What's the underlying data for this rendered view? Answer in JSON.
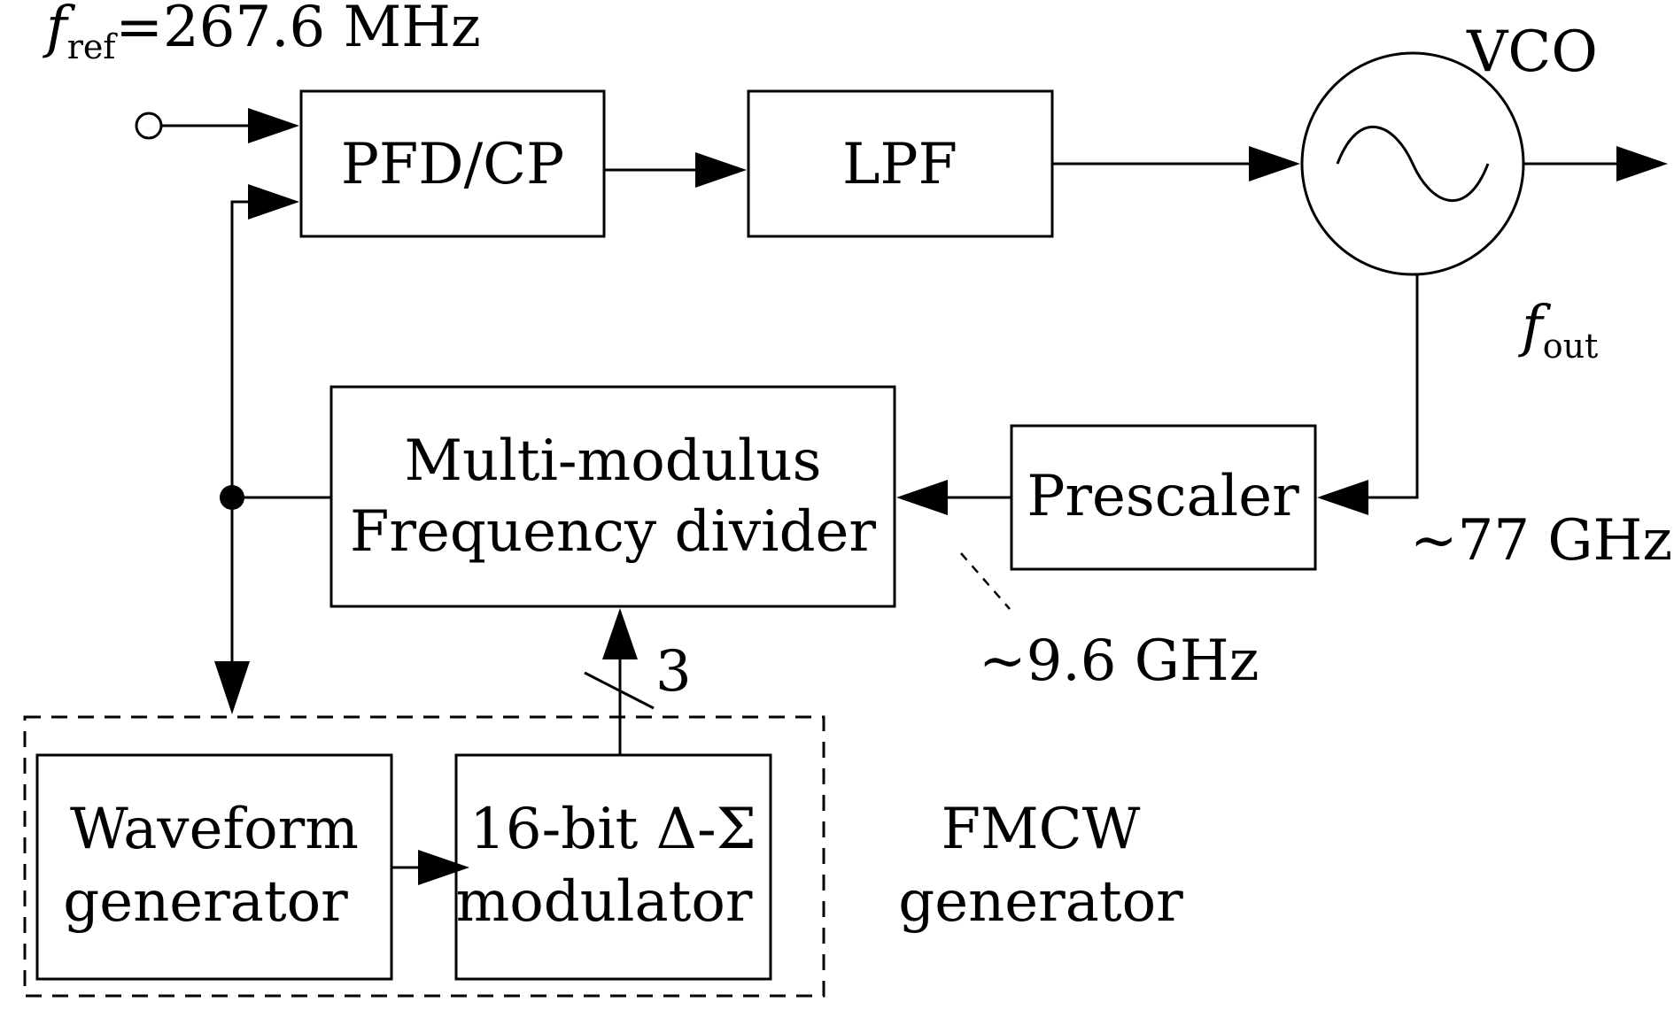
{
  "blocks": {
    "pfd_cp": "PFD/CP",
    "lpf": "LPF",
    "vco": "VCO",
    "prescaler": "Prescaler",
    "divider_line1": "Multi-modulus",
    "divider_line2": "Frequency divider",
    "waveform_line1": "Waveform",
    "waveform_line2": "generator",
    "modulator_line1": "16-bit Δ-Σ",
    "modulator_line2": "modulator",
    "fmcw_line1": "FMCW",
    "fmcw_line2": "generator"
  },
  "labels": {
    "fref_symbol": "f",
    "fref_sub": "ref",
    "fref_value": "=267.6 MHz",
    "fout_symbol": "f",
    "fout_sub": "out",
    "freq_77": "~77 GHz",
    "freq_9_6": "~9.6 GHz",
    "bus_width": "3"
  }
}
